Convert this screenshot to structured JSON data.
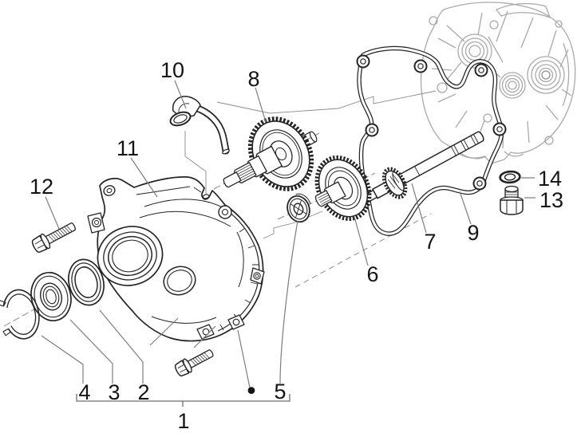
{
  "figure": {
    "background_color": "#ffffff",
    "primary_line_color": "#242424",
    "faded_line_color": "#a9a9a9",
    "leader_line_color": "#7d7d7d",
    "label_color": "#141414"
  },
  "callouts": {
    "c1": "1",
    "c2": "2",
    "c3": "3",
    "c4": "4",
    "c5": "5",
    "c6": "6",
    "c7": "7",
    "c8": "8",
    "c9": "9",
    "c10": "10",
    "c11": "11",
    "c12": "12",
    "c13": "13",
    "c14": "14",
    "bullet": "•"
  }
}
